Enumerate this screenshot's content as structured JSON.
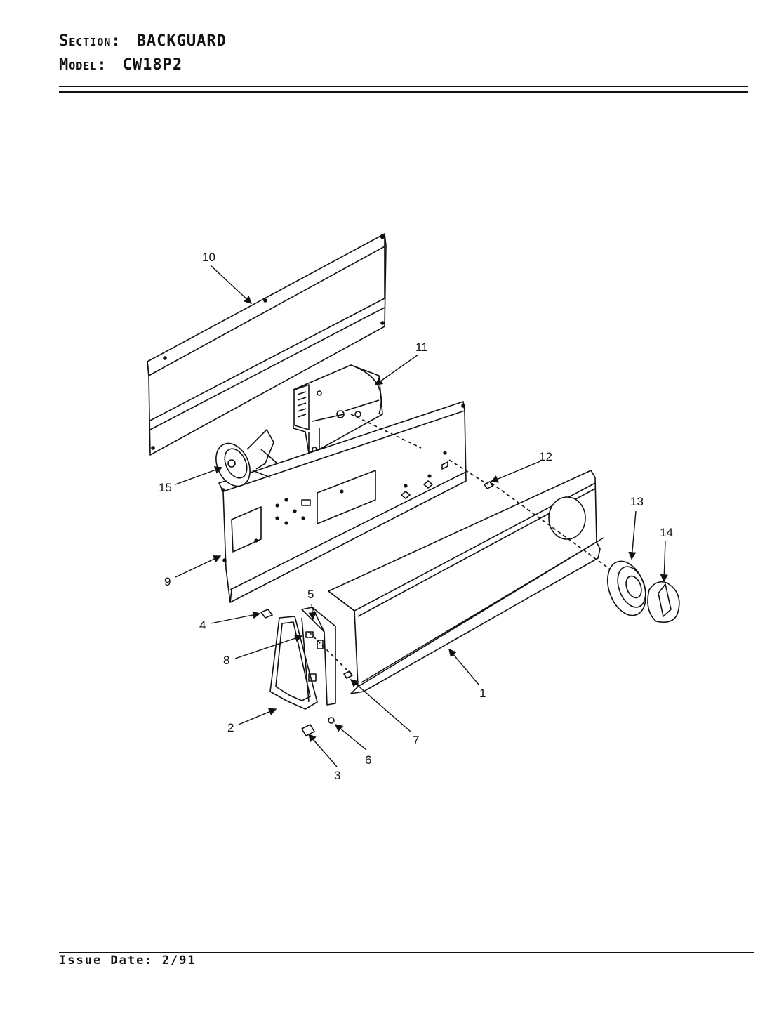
{
  "header": {
    "section_label": "Section:",
    "section_value": "BACKGUARD",
    "model_label": "Model:",
    "model_value": "CW18P2"
  },
  "footer": {
    "issue_date": "Issue Date: 2/91"
  },
  "callouts": [
    "1",
    "2",
    "3",
    "4",
    "5",
    "6",
    "7",
    "8",
    "9",
    "10",
    "11",
    "12",
    "13",
    "14",
    "15"
  ]
}
